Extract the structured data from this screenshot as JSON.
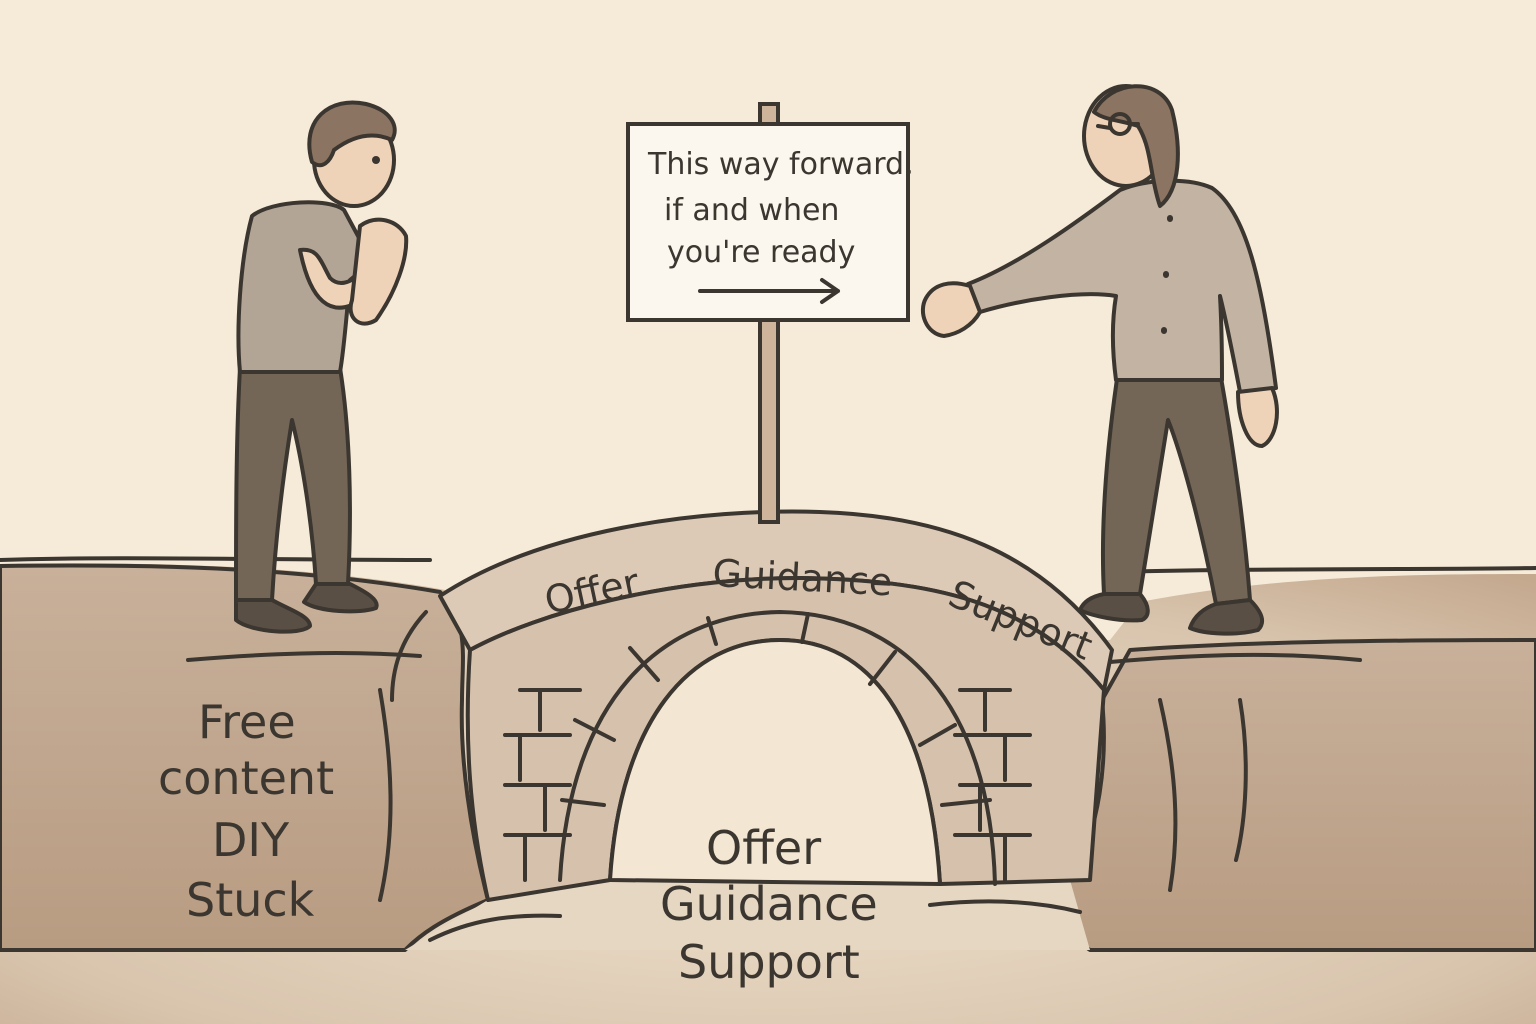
{
  "sign": {
    "line1": "This way forward,",
    "line2": "if and when",
    "line3": "you're ready"
  },
  "bridge_labels": {
    "left": "Offer",
    "middle": "Guidance",
    "right": "Support"
  },
  "left_cliff": {
    "line1": "Free",
    "line2": "content",
    "line3": "DIY",
    "line4": "Stuck"
  },
  "under_bridge": {
    "line1": "Offer",
    "line2": "Guidance",
    "line3": "Support"
  },
  "colors": {
    "background": "#f6ead8",
    "ground": "#c8b09a",
    "ink": "#3b3630",
    "bridge": "#dccab6",
    "shirt": "#b3a596",
    "pants": "#746657",
    "skin": "#efd3b9",
    "hair": "#8b7461"
  }
}
